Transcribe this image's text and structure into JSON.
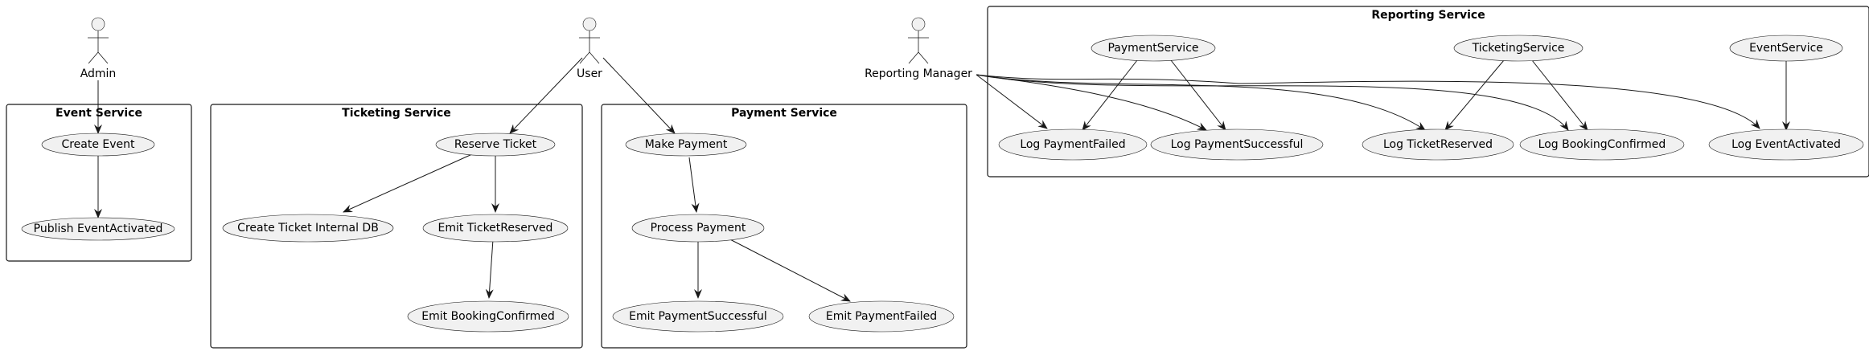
{
  "actors": {
    "admin": "Admin",
    "user": "User",
    "reporting_manager": "Reporting Manager"
  },
  "event_service": {
    "title": "Event Service",
    "create_event": "Create Event",
    "publish_event_activated": "Publish EventActivated"
  },
  "ticketing_service": {
    "title": "Ticketing Service",
    "reserve_ticket": "Reserve Ticket",
    "create_ticket_internal_db": "Create Ticket Internal DB",
    "emit_ticket_reserved": "Emit TicketReserved",
    "emit_booking_confirmed": "Emit BookingConfirmed"
  },
  "payment_service": {
    "title": "Payment Service",
    "make_payment": "Make Payment",
    "process_payment": "Process Payment",
    "emit_payment_successful": "Emit PaymentSuccessful",
    "emit_payment_failed": "Emit PaymentFailed"
  },
  "reporting_service": {
    "title": "Reporting Service",
    "payment_service": "PaymentService",
    "ticketing_service": "TicketingService",
    "event_service": "EventService",
    "log_payment_failed": "Log PaymentFailed",
    "log_payment_successful": "Log PaymentSuccessful",
    "log_ticket_reserved": "Log TicketReserved",
    "log_booking_confirmed": "Log BookingConfirmed",
    "log_event_activated": "Log EventActivated"
  }
}
